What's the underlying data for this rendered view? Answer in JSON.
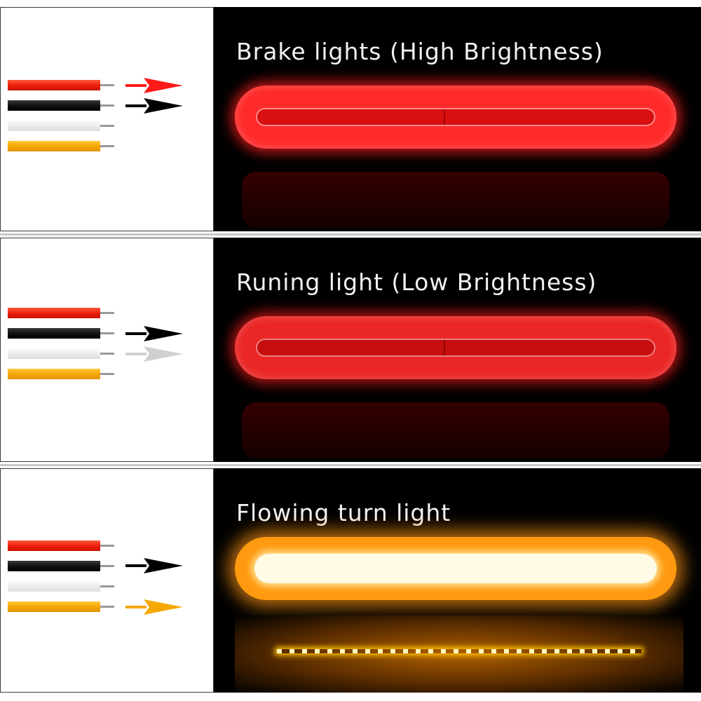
{
  "panels": [
    {
      "caption": "Brake lights (High Brightness)",
      "active_wires": [
        "red",
        "black"
      ],
      "lamp_color": "red"
    },
    {
      "caption": "Runing light (Low Brightness)",
      "active_wires": [
        "black",
        "white"
      ],
      "lamp_color": "red"
    },
    {
      "caption": "Flowing turn light",
      "active_wires": [
        "black",
        "yellow"
      ],
      "lamp_color": "amber"
    }
  ],
  "wire_colors": {
    "red": "#f0200e",
    "black": "#111111",
    "white": "#e6e6e6",
    "yellow": "#f5a800"
  },
  "arrow_colors": {
    "red": "#ff1a1a",
    "black": "#000000",
    "white": "#d0d0d0",
    "yellow": "#f5a800"
  }
}
